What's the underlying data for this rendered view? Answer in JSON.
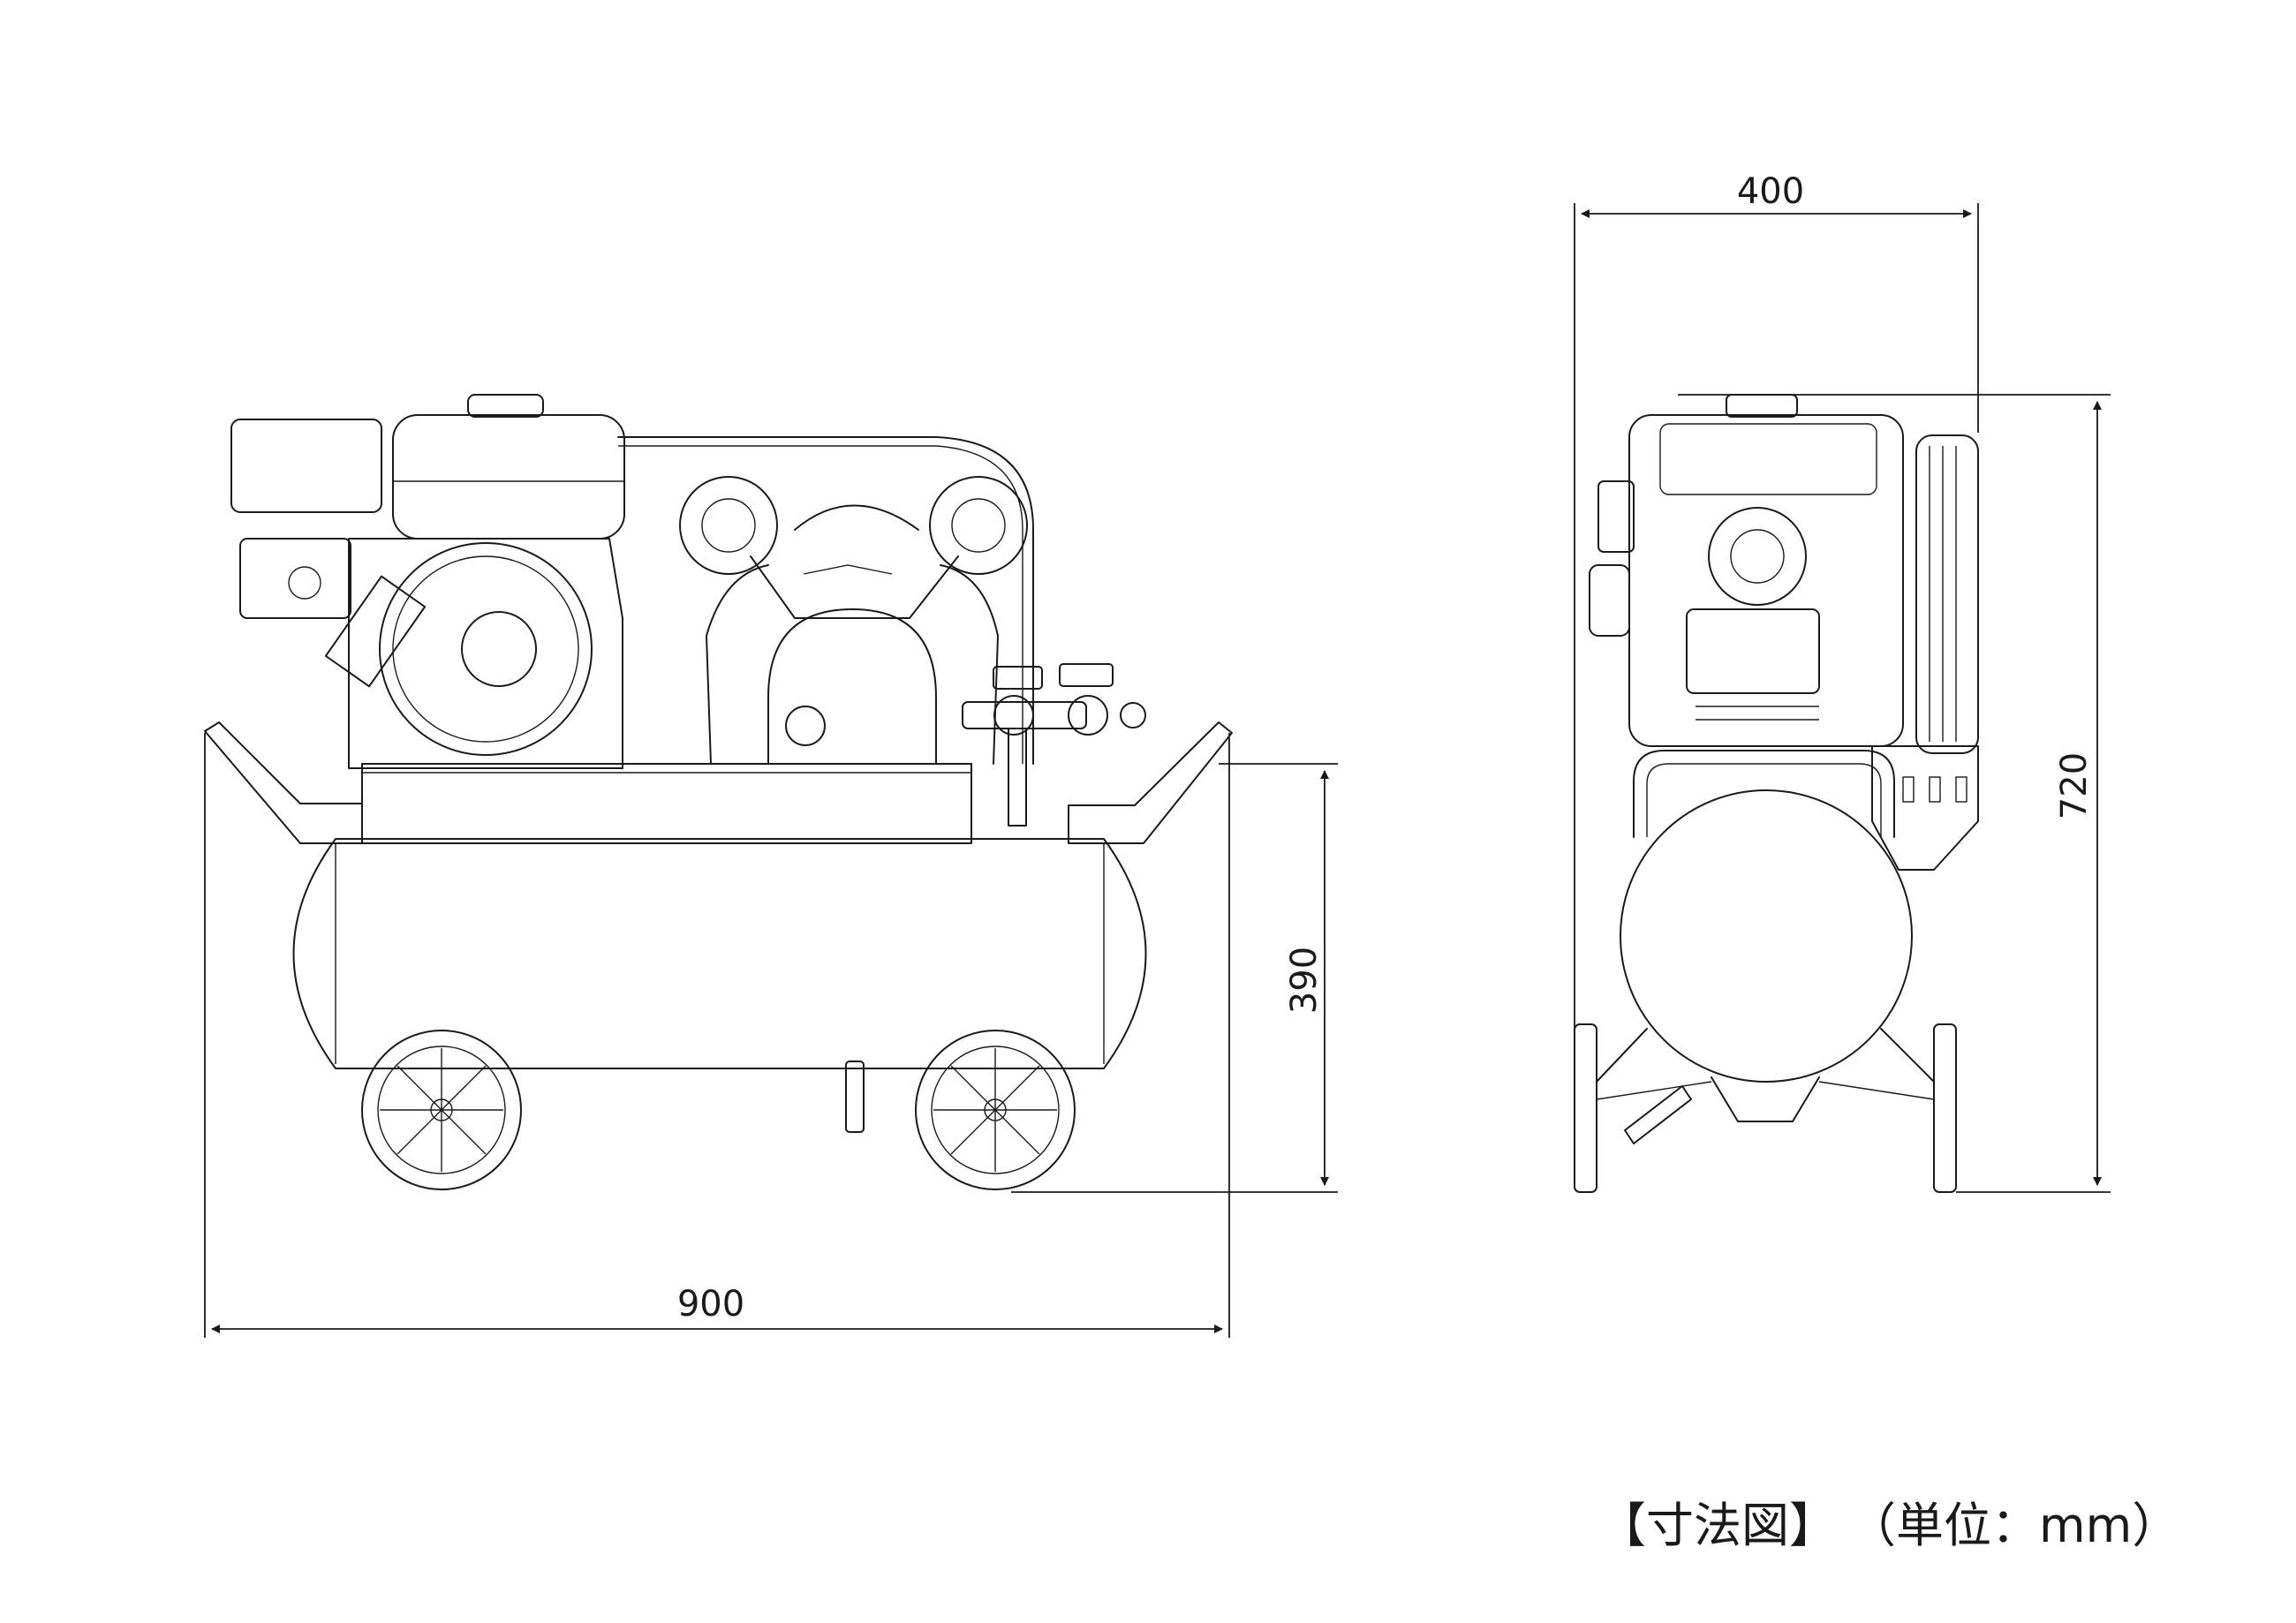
{
  "dimensions": {
    "width": "900",
    "height": "390",
    "depth": "400",
    "total_height": "720"
  },
  "caption": {
    "title": "【寸法図】",
    "unit": "（単位：mm）"
  },
  "colors": {
    "line": "#1a1a1a",
    "background": "#ffffff"
  }
}
